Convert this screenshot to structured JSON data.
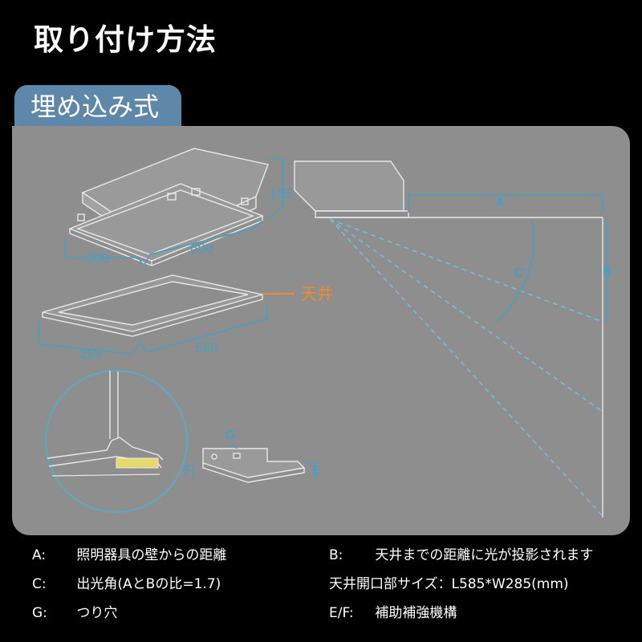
{
  "title": "取り付け方法",
  "tab_label": "埋め込み式",
  "colors": {
    "background": "#000000",
    "panel": "#8e8e8e",
    "tab": "#5e88aa",
    "dimension": "#4a9fc0",
    "ceiling_marker": "#f08a2c",
    "outline": "#e8e8e8"
  },
  "diagram": {
    "height_dim": "185",
    "width_dim": "300",
    "length_dim": "600",
    "ceiling_label": "天井",
    "opening_width": "285",
    "opening_length": "585",
    "label_a": "A",
    "label_b": "B",
    "label_c": "C",
    "label_g": "G",
    "label_e": "E",
    "label_f": "F"
  },
  "legend": {
    "a_key": "A:",
    "a_text": "照明器具の壁からの距離",
    "b_key": "B:",
    "b_text": "天井までの距離に光が投影されます",
    "c_key": "C:",
    "c_text": "出光角(AとBの比=1.7)",
    "opening_text": "天井開口部サイズ：L585*W285(mm)",
    "g_key": "G:",
    "g_text": "つり穴",
    "ef_key": "E/F:",
    "ef_text": "補助補強機構"
  }
}
